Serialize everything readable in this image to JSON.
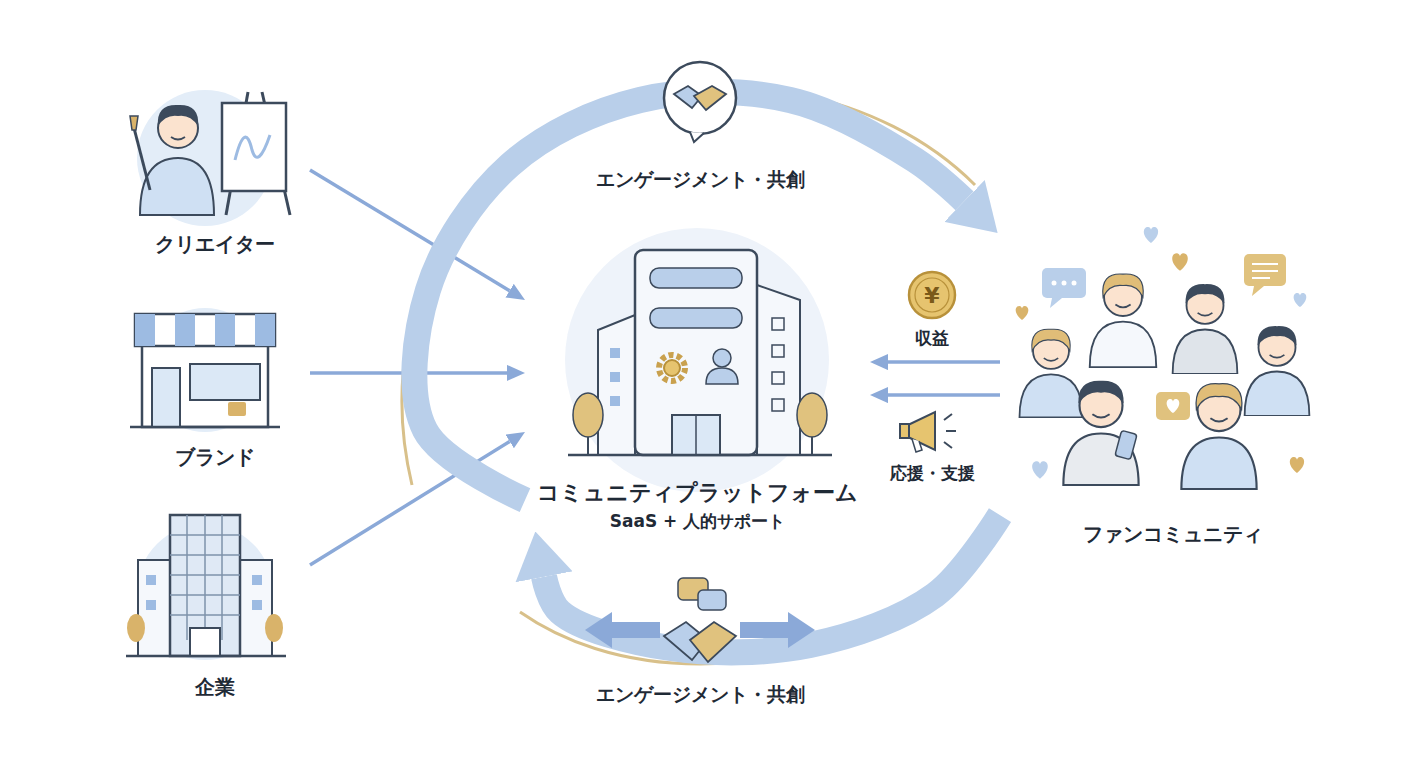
{
  "diagram": {
    "nodes": [
      {
        "text": [
          "クリエイター"
        ]
      },
      {
        "text": [
          "ブランド"
        ]
      },
      {
        "text": [
          "企業"
        ]
      },
      {
        "text": [
          "コミュニティプラットフォーム",
          "SaaS + 人的サポート"
        ]
      },
      {
        "text": [
          "ファンコミュニティ"
        ]
      }
    ],
    "edges": [
      {
        "from": 0,
        "to": 3,
        "arrow": "to"
      },
      {
        "from": 1,
        "to": 3,
        "arrow": "to"
      },
      {
        "from": 2,
        "to": 3,
        "arrow": "to"
      },
      {
        "from": 3,
        "to": 4,
        "label": "エンゲージメント・共創",
        "arrow": "to"
      },
      {
        "from": 4,
        "to": 3,
        "label": "収益",
        "arrow": "to"
      },
      {
        "from": 4,
        "to": 3,
        "label": "応援・支援",
        "arrow": "to"
      },
      {
        "from": 4,
        "to": 3,
        "label": "エンゲージメント・共創",
        "arrow": "to"
      }
    ],
    "labels": [
      "¥"
    ]
  }
}
